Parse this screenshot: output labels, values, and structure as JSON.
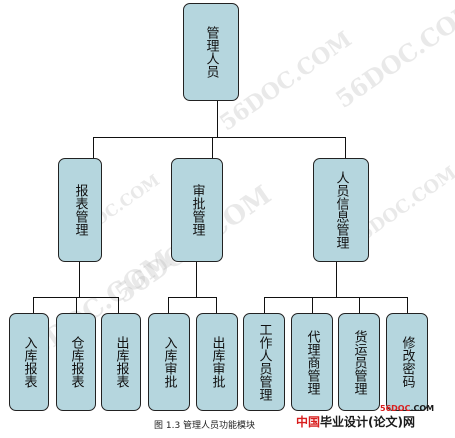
{
  "diagram": {
    "root": "管理人员",
    "children": [
      {
        "label": "报表管理",
        "children": [
          "入库报表",
          "仓库报表",
          "出库报表"
        ]
      },
      {
        "label": "审批管理",
        "children": [
          "入库审批",
          "出库审批"
        ]
      },
      {
        "label": "人员信息管理",
        "children": [
          "工作人员管理",
          "代理商管理",
          "货运员管理",
          "修改密码"
        ]
      }
    ]
  },
  "caption": "图 1.3  管理人员功能模块",
  "brand": {
    "part1": "中国",
    "part2": "毕业设计(论文)网",
    "url_red": "56DOC",
    "url_rest": ".COM"
  },
  "watermark": "56DOC.COM",
  "colors": {
    "box_fill": "#b5d6de",
    "box_border": "#222222",
    "line": "#111111",
    "brand_red": "#d81e1e"
  }
}
